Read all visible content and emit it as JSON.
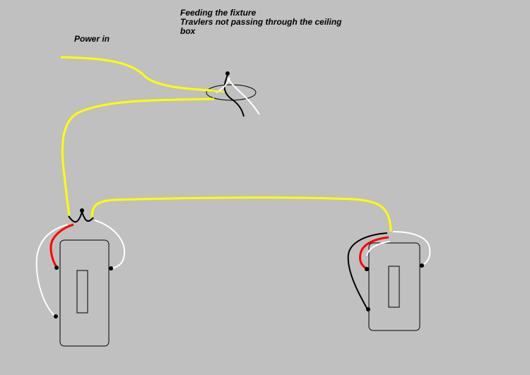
{
  "labels": {
    "power_in": "Power in",
    "title_lines": [
      "Feeding the fixture",
      "Travlers not passing through the ceiling",
      "box"
    ]
  },
  "colors": {
    "background": "#c0c0c0",
    "hot_wire": "#ffff00",
    "neutral_wire": "#ffffff",
    "black_wire": "#000000",
    "red_wire": "#ff0000",
    "outline": "#000000"
  }
}
